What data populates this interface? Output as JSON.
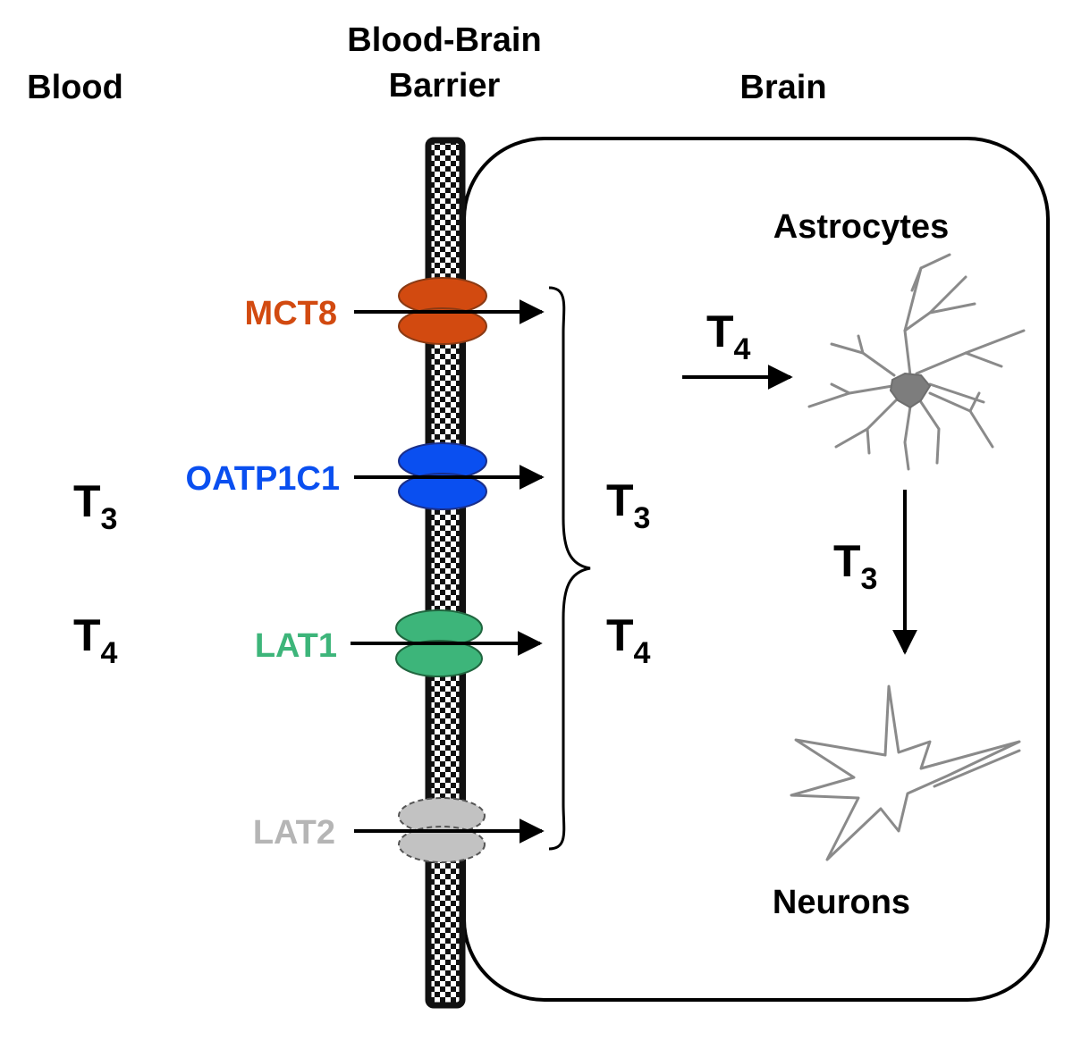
{
  "headers": {
    "blood": "Blood",
    "bbb_line1": "Blood-Brain",
    "bbb_line2": "Barrier",
    "brain": "Brain"
  },
  "transporters": [
    {
      "label": "MCT8",
      "color": "#d24a10",
      "outline": "#8a3a14"
    },
    {
      "label": "OATP1C1",
      "color": "#0a4ff0",
      "outline": "#1a2f8a"
    },
    {
      "label": "LAT1",
      "color": "#3db57a",
      "outline": "#20663f"
    },
    {
      "label": "LAT2",
      "color": "#c2c2c2",
      "outline": "#7a7a7a"
    }
  ],
  "hormones": {
    "blood": [
      {
        "base": "T",
        "sub": "3"
      },
      {
        "base": "T",
        "sub": "4"
      }
    ],
    "brain_side": [
      {
        "base": "T",
        "sub": "3"
      },
      {
        "base": "T",
        "sub": "4"
      }
    ],
    "to_astrocytes": {
      "base": "T",
      "sub": "4"
    },
    "to_neurons": {
      "base": "T",
      "sub": "3"
    }
  },
  "cells": {
    "astrocytes": "Astrocytes",
    "neurons": "Neurons"
  },
  "colors": {
    "cell_gray": "#8a8a8a",
    "barrier": "#111111"
  }
}
